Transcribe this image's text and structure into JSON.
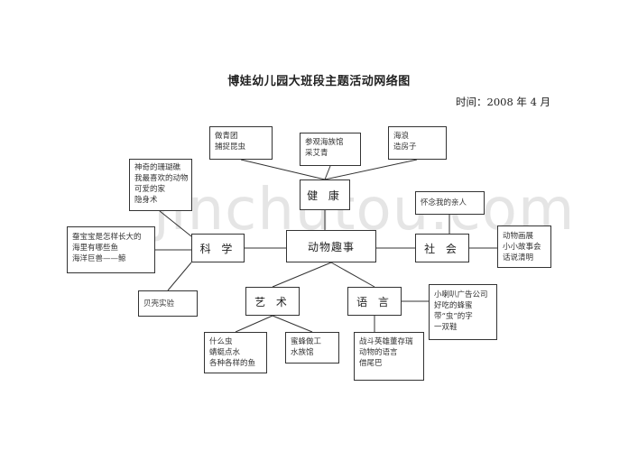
{
  "title": "博娃幼儿园大班段主题活动网络图",
  "date": "时间：2008 年 4 月",
  "watermark": "jinchutou.com",
  "center": {
    "label": "动物趣事"
  },
  "domains": {
    "health": {
      "label": "健 康"
    },
    "science": {
      "label": "科 学"
    },
    "society": {
      "label": "社 会"
    },
    "art": {
      "label": "艺 术"
    },
    "language": {
      "label": "语 言"
    }
  },
  "activities": {
    "health_left": {
      "lines": [
        "做青团",
        "捕捉昆虫"
      ]
    },
    "health_mid": {
      "lines": [
        "参观海族馆",
        "采艾青"
      ]
    },
    "health_right": {
      "lines": [
        "海浪",
        "造房子"
      ]
    },
    "science_top": {
      "lines": [
        "神奇的珊瑚礁",
        "我最喜欢的动物",
        "可爱的家",
        "隐身术"
      ]
    },
    "science_left": {
      "lines": [
        "蚕宝宝是怎样长大的",
        "海里有哪些鱼",
        "海洋巨兽——鲸"
      ]
    },
    "science_bottom": {
      "lines": [
        "贝壳实验"
      ]
    },
    "society_top": {
      "lines": [
        "怀念我的亲人"
      ]
    },
    "society_right": {
      "lines": [
        "动物画展",
        "小小故事会",
        "话说清明"
      ]
    },
    "art_left": {
      "lines": [
        "什么虫",
        "蜻蜓点水",
        "各种各样的鱼"
      ]
    },
    "art_right": {
      "lines": [
        "蜜蜂做工",
        "水族馆"
      ]
    },
    "language_right": {
      "lines": [
        "小喇叭广告公司",
        "好吃的蜂蜜",
        "带“虫”的字",
        "一双鞋"
      ]
    },
    "language_bottom": {
      "lines": [
        "战斗英雄董存瑞",
        "动物的语言",
        "借尾巴"
      ]
    }
  },
  "colors": {
    "line": "#333333",
    "text": "#222222",
    "background": "#ffffff"
  }
}
